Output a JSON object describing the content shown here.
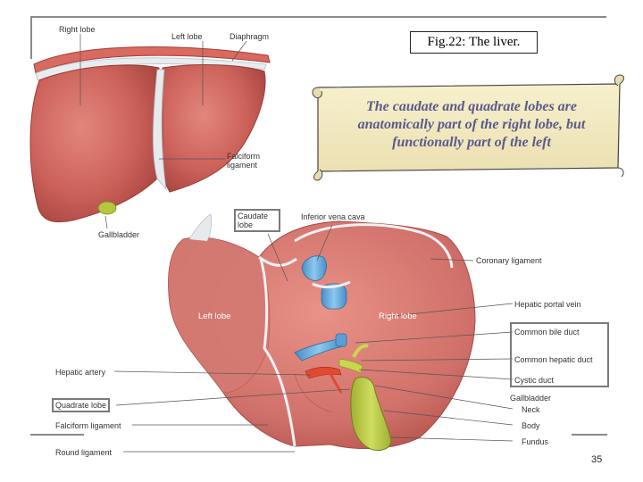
{
  "figure": {
    "title": "Fig.22: The liver.",
    "note": "The caudate and quadrate lobes are anatomically part of the right lobe, but functionally part of the left",
    "page_number": "35"
  },
  "top_diagram": {
    "labels": {
      "right_lobe": "Right lobe",
      "left_lobe": "Left lobe",
      "diaphragm": "Diaphragm",
      "falciform": "Falciform ligament",
      "gallbladder": "Gallbladder"
    }
  },
  "bottom_diagram": {
    "labels": {
      "caudate_lobe": "Caudate lobe",
      "ivc": "Inferior vena cava",
      "coronary": "Coronary ligament",
      "portal_vein": "Hepatic portal vein",
      "left_lobe": "Left lobe",
      "right_lobe": "Right lobe",
      "common_bile_duct": "Common bile duct",
      "common_hepatic_duct": "Common hepatic duct",
      "cystic_duct": "Cystic duct",
      "hepatic_artery": "Hepatic artery",
      "gallbladder": "Gallbladder",
      "neck": "Neck",
      "body": "Body",
      "fundus": "Fundus",
      "quadrate_lobe": "Quadrate lobe",
      "falciform": "Falciform ligament",
      "round_ligament": "Round ligament"
    }
  },
  "colors": {
    "liver": "#c9605a",
    "liver_light": "#e08a80",
    "gallbladder": "#b8c84a",
    "portal_vein": "#6aaedc",
    "artery": "#e05030"
  }
}
